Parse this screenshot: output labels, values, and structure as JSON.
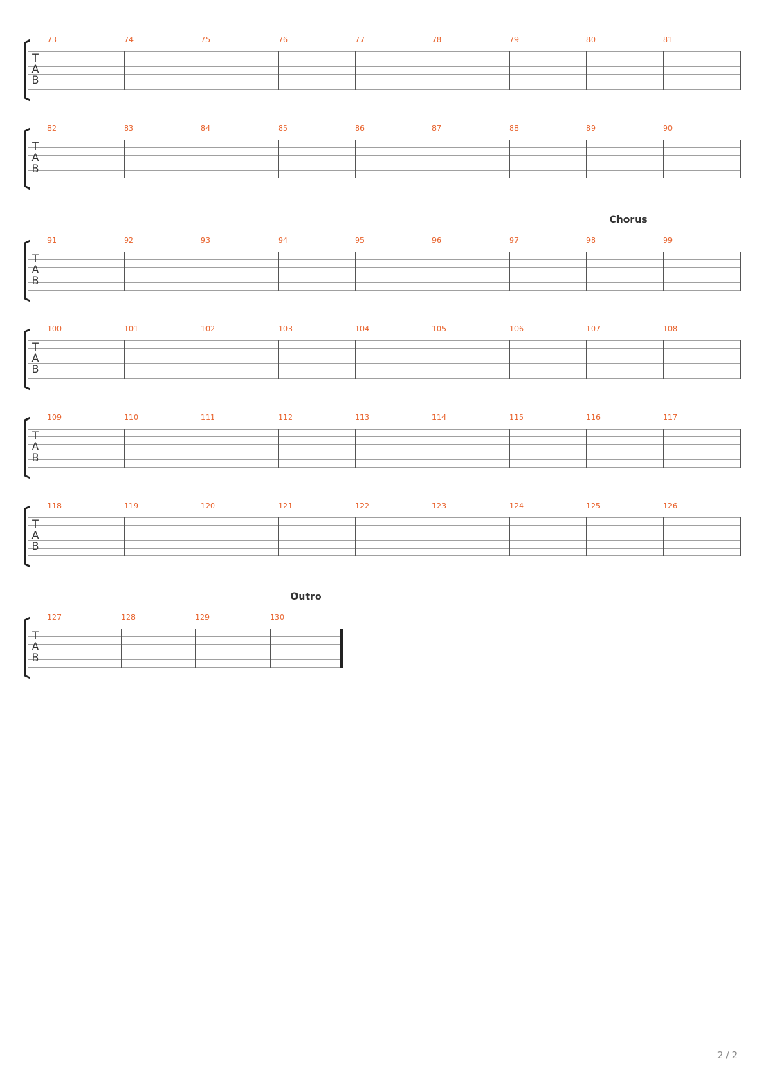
{
  "systems": [
    {
      "measures": [
        "73",
        "74",
        "75",
        "76",
        "77",
        "78",
        "79",
        "80",
        "81"
      ],
      "section": null
    },
    {
      "measures": [
        "82",
        "83",
        "84",
        "85",
        "86",
        "87",
        "88",
        "89",
        "90"
      ],
      "section": null
    },
    {
      "measures": [
        "91",
        "92",
        "93",
        "94",
        "95",
        "96",
        "97",
        "98",
        "99"
      ],
      "section": {
        "label": "Chorus",
        "measure_index": 7
      }
    },
    {
      "measures": [
        "100",
        "101",
        "102",
        "103",
        "104",
        "105",
        "106",
        "107",
        "108"
      ],
      "section": null
    },
    {
      "measures": [
        "109",
        "110",
        "111",
        "112",
        "113",
        "114",
        "115",
        "116",
        "117"
      ],
      "section": null
    },
    {
      "measures": [
        "118",
        "119",
        "120",
        "121",
        "122",
        "123",
        "124",
        "125",
        "126"
      ],
      "section": null
    },
    {
      "measures": [
        "127",
        "128",
        "129",
        "130"
      ],
      "section": {
        "label": "Outro",
        "measure_index": 3
      },
      "final": true
    }
  ],
  "tab_clef": [
    "T",
    "A",
    "B"
  ],
  "page_number": "2 / 2",
  "colors": {
    "measure_number": "#e8622c",
    "staff_line": "#a0a0a0",
    "barline": "#555555"
  }
}
